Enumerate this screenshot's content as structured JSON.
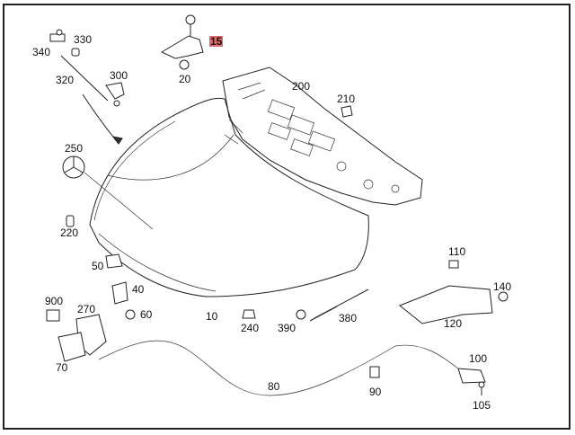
{
  "diagram": {
    "highlight_color": "#e26a6a",
    "labels": [
      {
        "id": "340",
        "text": "340"
      },
      {
        "id": "330",
        "text": "330"
      },
      {
        "id": "15",
        "text": "15",
        "highlighted": true
      },
      {
        "id": "20",
        "text": "20"
      },
      {
        "id": "300",
        "text": "300"
      },
      {
        "id": "320",
        "text": "320"
      },
      {
        "id": "200",
        "text": "200"
      },
      {
        "id": "210",
        "text": "210"
      },
      {
        "id": "250",
        "text": "250"
      },
      {
        "id": "220",
        "text": "220"
      },
      {
        "id": "50",
        "text": "50"
      },
      {
        "id": "40",
        "text": "40"
      },
      {
        "id": "60",
        "text": "60"
      },
      {
        "id": "900",
        "text": "900"
      },
      {
        "id": "270",
        "text": "270"
      },
      {
        "id": "70",
        "text": "70"
      },
      {
        "id": "10",
        "text": "10"
      },
      {
        "id": "240",
        "text": "240"
      },
      {
        "id": "390",
        "text": "390"
      },
      {
        "id": "380",
        "text": "380"
      },
      {
        "id": "110",
        "text": "110"
      },
      {
        "id": "140",
        "text": "140"
      },
      {
        "id": "120",
        "text": "120"
      },
      {
        "id": "80",
        "text": "80"
      },
      {
        "id": "90",
        "text": "90"
      },
      {
        "id": "100",
        "text": "100"
      },
      {
        "id": "105",
        "text": "105"
      }
    ]
  }
}
